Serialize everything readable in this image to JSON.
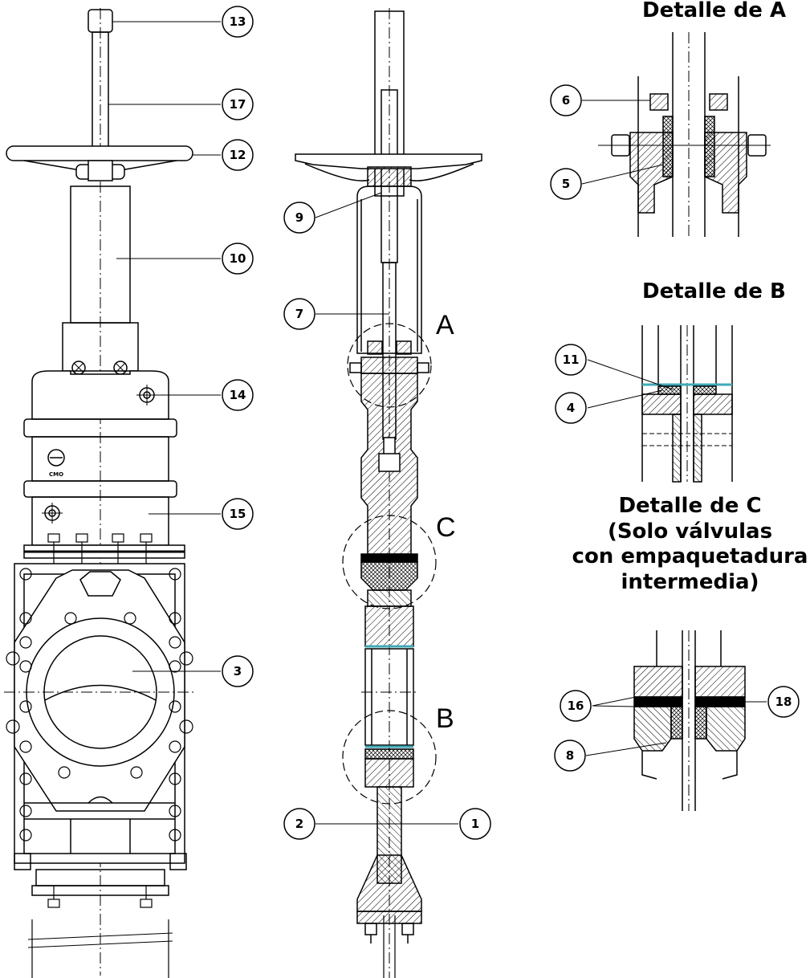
{
  "callouts": [
    {
      "id": "13",
      "label": "13"
    },
    {
      "id": "17",
      "label": "17"
    },
    {
      "id": "12",
      "label": "12"
    },
    {
      "id": "10",
      "label": "10"
    },
    {
      "id": "14",
      "label": "14"
    },
    {
      "id": "15",
      "label": "15"
    },
    {
      "id": "3",
      "label": "3"
    },
    {
      "id": "9",
      "label": "9"
    },
    {
      "id": "7",
      "label": "7"
    },
    {
      "id": "2",
      "label": "2"
    },
    {
      "id": "1",
      "label": "1"
    },
    {
      "id": "6",
      "label": "6"
    },
    {
      "id": "5",
      "label": "5"
    },
    {
      "id": "11",
      "label": "11"
    },
    {
      "id": "4",
      "label": "4"
    },
    {
      "id": "16",
      "label": "16"
    },
    {
      "id": "18",
      "label": "18"
    },
    {
      "id": "8",
      "label": "8"
    }
  ],
  "section_letters": {
    "a": "A",
    "b": "B",
    "c": "C"
  },
  "details": {
    "a_title": "Detalle de A",
    "b_title": "Detalle de B",
    "c_title_lines": [
      "Detalle de C",
      "(Solo válvulas",
      "con empaquetadura",
      "intermedia)"
    ]
  },
  "brand_mark": "CMO",
  "colors": {
    "line": "#000000",
    "hatch": "#000000",
    "seal": "#3fa9b5",
    "background": "#ffffff"
  }
}
